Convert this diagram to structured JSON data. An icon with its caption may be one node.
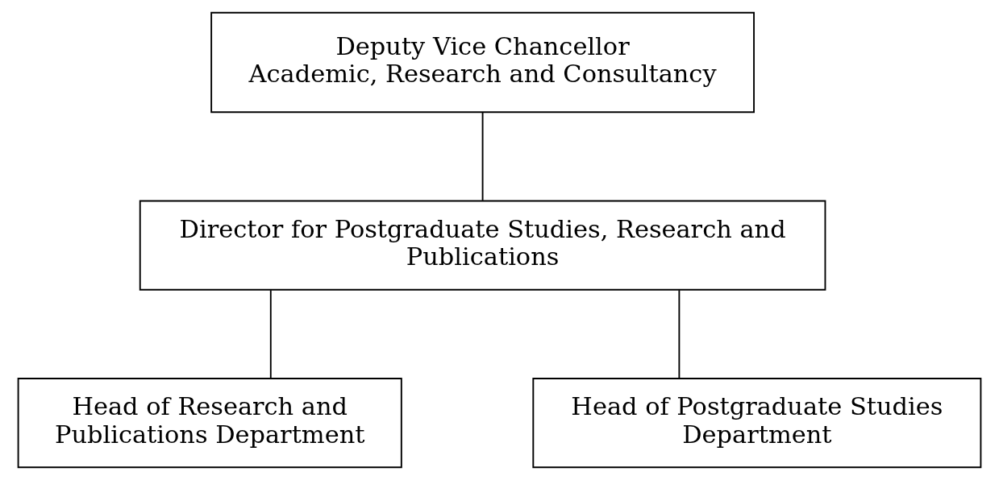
{
  "diagram": {
    "nodes": [
      {
        "text": [
          "Deputy Vice Chancellor",
          "Academic, Research and Consultancy"
        ]
      },
      {
        "text": [
          "Director for Postgraduate Studies, Research and Publications"
        ]
      },
      {
        "text": [
          "Head of Research and Publications Department"
        ]
      },
      {
        "text": [
          "Head of Postgraduate Studies Department"
        ]
      }
    ],
    "edges": [
      {
        "from": 0,
        "to": 1,
        "arrow": "none"
      },
      {
        "from": 1,
        "to": 2,
        "arrow": "none"
      },
      {
        "from": 1,
        "to": 3,
        "arrow": "none"
      }
    ]
  }
}
